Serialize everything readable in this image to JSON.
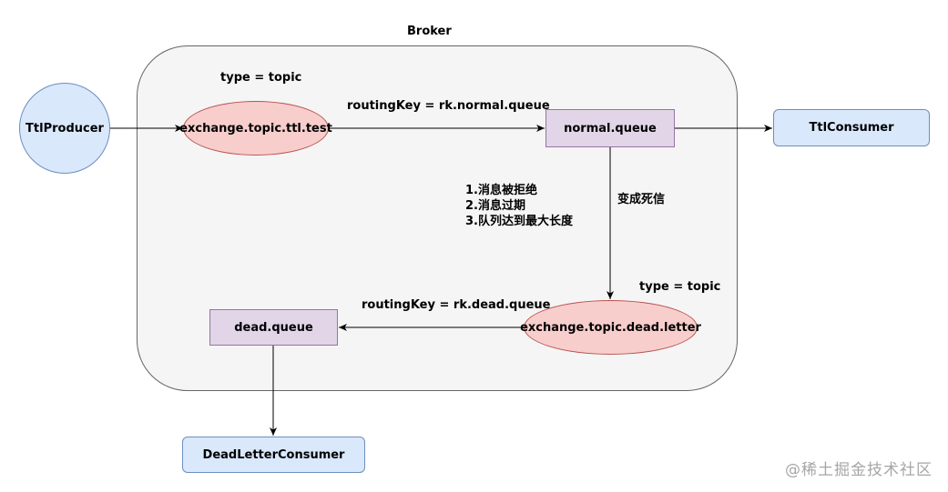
{
  "broker": {
    "title": "Broker"
  },
  "producer": {
    "label": "TtlProducer"
  },
  "exchange_ttl": {
    "label": "exchange.topic.ttl.test",
    "type_label": "type = topic"
  },
  "routing_normal": "routingKey = rk.normal.queue",
  "normal_queue": {
    "label": "normal.queue"
  },
  "ttl_consumer": {
    "label": "TtlConsumer"
  },
  "dead_letter_reasons": [
    "1.消息被拒绝",
    "2.消息过期",
    "3.队列达到最大长度"
  ],
  "becomes_dead_letter": "变成死信",
  "exchange_dead": {
    "label": "exchange.topic.dead.letter",
    "type_label": "type = topic"
  },
  "routing_dead": "routingKey = rk.dead.queue",
  "dead_queue": {
    "label": "dead.queue"
  },
  "dead_letter_consumer": {
    "label": "DeadLetterConsumer"
  },
  "watermark": "@稀土掘金技术社区",
  "colors": {
    "broker_fill": "#f5f5f5",
    "producer_fill": "#dae8fc",
    "exchange_fill": "#f8cecc",
    "queue_fill": "#e1d5e7",
    "consumer_fill": "#dae8fc"
  }
}
